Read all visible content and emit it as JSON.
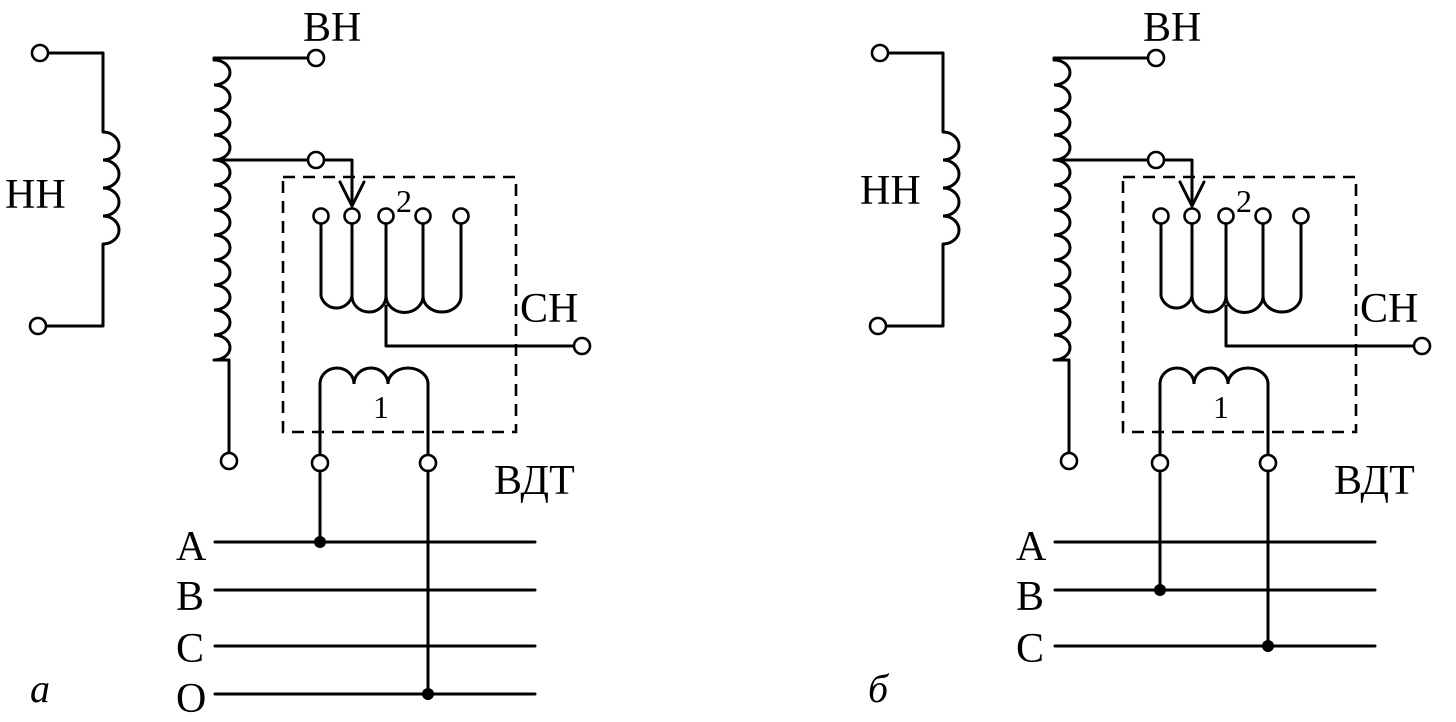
{
  "panels": [
    {
      "caption": "а",
      "nn_label": "НН",
      "vn_label": "ВН",
      "sn_label": "СН",
      "vdt_label": "ВДТ",
      "winding_1_label": "1",
      "winding_2_label": "2",
      "bus_labels": [
        "A",
        "B",
        "C",
        "O"
      ]
    },
    {
      "caption": "б",
      "nn_label": "НН",
      "vn_label": "ВН",
      "sn_label": "СН",
      "vdt_label": "ВДТ",
      "winding_1_label": "1",
      "winding_2_label": "2",
      "bus_labels": [
        "A",
        "B",
        "C"
      ]
    }
  ]
}
